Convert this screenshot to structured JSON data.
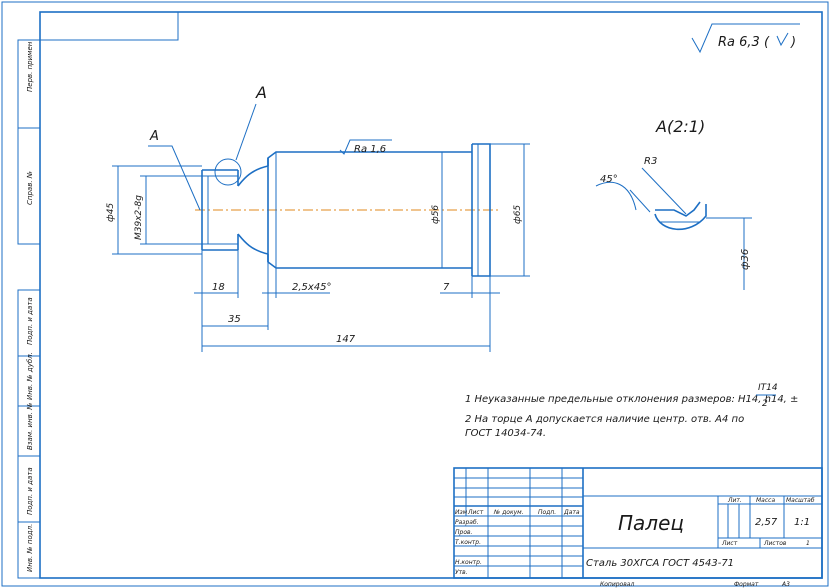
{
  "roughness_general": "Ra 6,3 (",
  "view_label": "A",
  "arrow_label": "A",
  "detail_label": "A(2:1)",
  "side_labels": [
    "Перв. примен",
    "Справ. №",
    "Подп. и дата",
    "Инв. № дубл.",
    "Взам. инв. №",
    "Подп. и дата",
    "Инв. № подл."
  ],
  "dims": {
    "d45": "ф45",
    "thread": "М39х2-8g",
    "d56": "ф56",
    "d65": "ф65",
    "ra16": "Ra 1,6",
    "l18": "18",
    "chamfer": "2,5х45°",
    "l7": "7",
    "l35": "35",
    "l147": "147",
    "angle45": "45°",
    "r3": "R3",
    "d36": "ф36"
  },
  "notes": {
    "n1": "1 Неуказанные предельные отклонения размеров: H14, h14, ±",
    "it_num": "IT14",
    "it_den": "2",
    "n2_line1": "2  На торце А допускается наличие центр. отв. А4 по",
    "n2_line2": "ГОСТ 14034-74."
  },
  "title_block": {
    "name": "Палец",
    "material": "Сталь 30ХГСА ГОСТ 4543-71",
    "headers": [
      "Изм",
      "Лист",
      "№ докум.",
      "Подп.",
      "Дата"
    ],
    "roles": [
      "Разраб.",
      "Пров.",
      "Т.контр.",
      "",
      "Н.контр.",
      "Утв."
    ],
    "lit": "Лит.",
    "mass_label": "Масса",
    "scale_label": "Масштаб",
    "mass": "2,57",
    "scale": "1:1",
    "sheet_label": "Лист",
    "sheets_label": "Листов",
    "sheets": "1",
    "copied": "Копировал",
    "format": "Формат",
    "format_value": "А3"
  }
}
